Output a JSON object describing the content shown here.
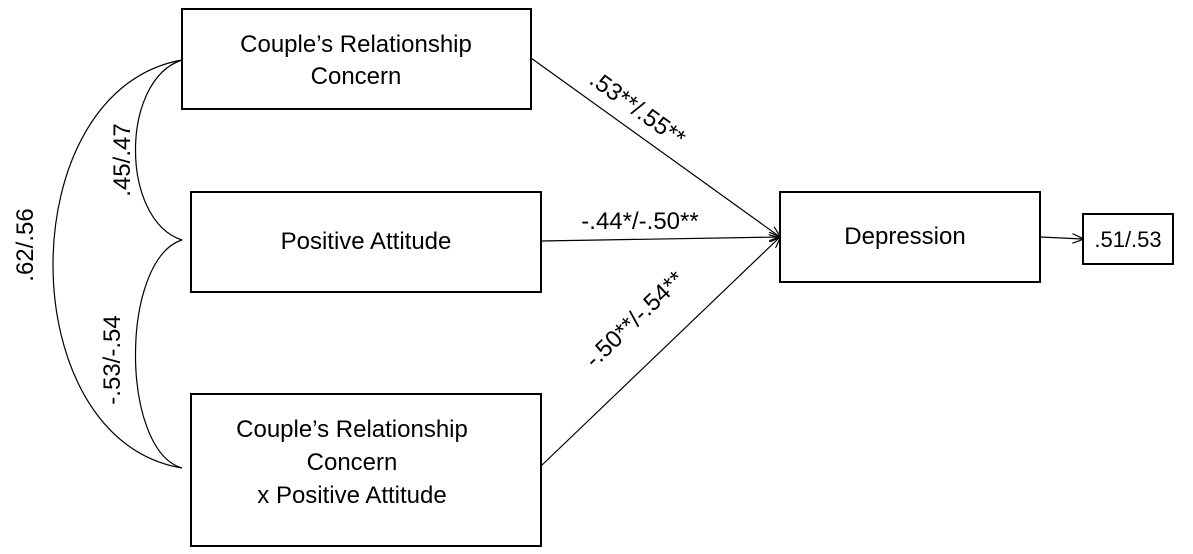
{
  "nodes": {
    "concern": {
      "line1": "Couple’s Relationship",
      "line2": "Concern"
    },
    "attitude": {
      "label": "Positive Attitude"
    },
    "interaction": {
      "line1": "Couple’s Relationship",
      "line2": "Concern",
      "line3": "x Positive Attitude"
    },
    "depression": {
      "label": "Depression"
    },
    "r_squared": {
      "label": ".51/.53"
    }
  },
  "paths": {
    "concern_to_depression": ".53**/.55**",
    "attitude_to_depression": "-.44*/-.50**",
    "interaction_to_depression": "-.50**/-.54**"
  },
  "correlations": {
    "concern_attitude": ".45/.47",
    "attitude_interaction": "-.53/-.54",
    "concern_interaction": ".62/.56"
  },
  "colors": {
    "stroke": "#000000",
    "background": "#ffffff"
  }
}
